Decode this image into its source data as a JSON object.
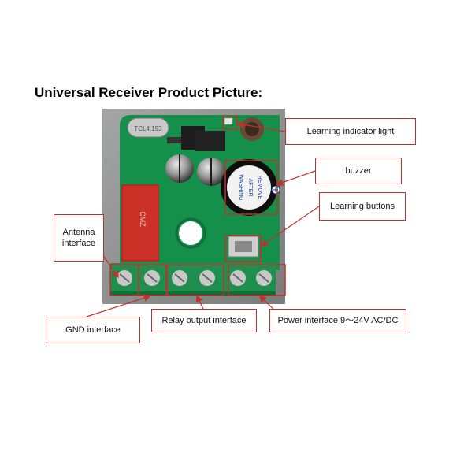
{
  "title": "Universal Receiver Product Picture:",
  "colors": {
    "pcb_green": "#14904a",
    "callout_border": "#c0312b",
    "terminal_green": "#1f8f4f"
  },
  "board": {
    "crystal_marking": "TCL4.193",
    "relay_marking": "CMZ",
    "buzzer_text": [
      "REMOVE",
      "AFTER",
      "WASHING"
    ]
  },
  "callouts": {
    "learning_light": "Learning indicator light",
    "buzzer": "buzzer",
    "learning_buttons": "Learning buttons",
    "antenna": "Antenna interface",
    "gnd": "GND interface",
    "relay_output": "Relay output interface",
    "power": "Power interface 9～24V AC/DC"
  }
}
